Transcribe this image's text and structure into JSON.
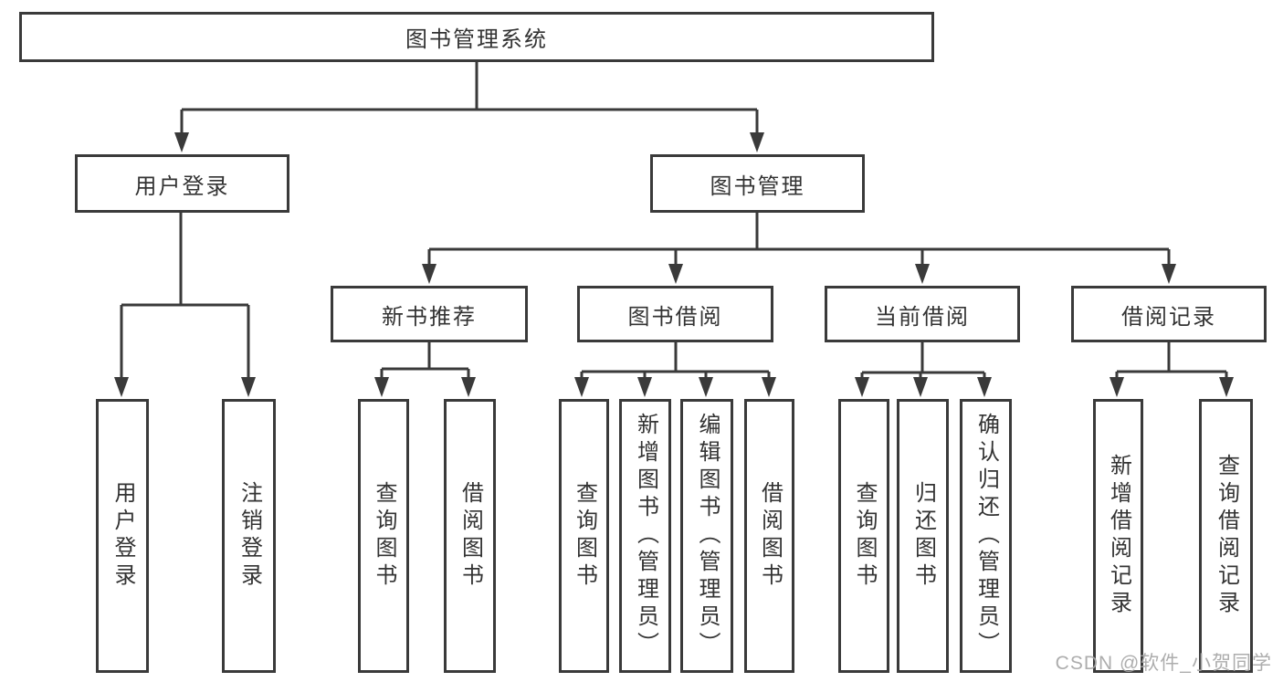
{
  "tree": {
    "root": "图书管理系统",
    "branches": [
      {
        "label": "用户登录",
        "children": [
          "用户登录",
          "注销登录"
        ]
      },
      {
        "label": "图书管理",
        "groups": [
          {
            "label": "新书推荐",
            "children": [
              "查询图书",
              "借阅图书"
            ]
          },
          {
            "label": "图书借阅",
            "children": [
              "查询图书",
              "新增图书（管理员）",
              "编辑图书（管理员）",
              "借阅图书"
            ]
          },
          {
            "label": "当前借阅",
            "children": [
              "查询图书",
              "归还图书",
              "确认归还（管理员）"
            ]
          },
          {
            "label": "借阅记录",
            "children": [
              "新增借阅记录",
              "查询借阅记录"
            ]
          }
        ]
      }
    ]
  },
  "watermark": {
    "text": "CSDN @软件_小贺同学"
  },
  "colors": {
    "line": "#3a3a3a",
    "text": "#333333",
    "box_background": "#ffffff",
    "watermark": "#a6a6a6"
  }
}
